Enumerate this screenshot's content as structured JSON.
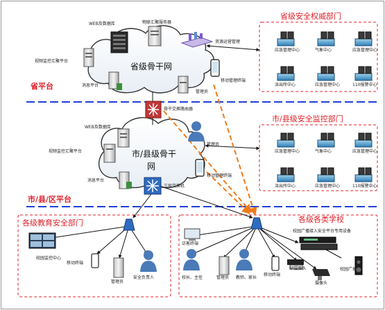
{
  "colors": {
    "red": "#e0202a",
    "blue": "#1a3fa8",
    "dash_blue": "#1f3fd6",
    "orange": "#f07a1a"
  },
  "provincial": {
    "cloud_title": "省级骨干网",
    "web_db": "WEB及数据库",
    "iot_server": "物联汇聚服务器",
    "resource_mgmt": "资源运营管理",
    "video_hub": "视频监控汇聚平台",
    "msg_platform": "消息平台",
    "admin": "管理员",
    "mobile": "移动管理终端"
  },
  "prov_dept": {
    "title": "省级安全权威部门",
    "items": [
      "应急管理中心",
      "气象中心",
      "应急管理中心",
      "派出所中心",
      "应急管理中心",
      "110报警中心"
    ]
  },
  "band_prov": "省平台",
  "router_label": "骨干交换路由器",
  "city": {
    "cloud_title_1": "市/县级骨干",
    "cloud_title_2": "网",
    "web_db": "WEB及数据库",
    "video_hub": "视频监控汇聚平台",
    "msg_platform": "消息平台",
    "admin": "管理员",
    "mobile": "移动管理终端",
    "switch": "三层交换机"
  },
  "city_dept": {
    "title": "市/县级安全监控部门",
    "items": [
      "应急管理中心",
      "气象中心",
      "应急管理中心",
      "派出所中心",
      "应急管理中心",
      "110报警中心"
    ]
  },
  "band_city": "市/县/区平台",
  "edu": {
    "title": "各级教育安全部门",
    "monitor_center": "校园监控中心",
    "mobile": "移动终端",
    "admin": "管理员",
    "safety_officer": "安全负责人"
  },
  "school": {
    "title": "各级各类学校",
    "device": "校园广播接入安全平台专用设备",
    "terminal": "访客终端",
    "principal": "校长、主任",
    "admin": "管理员",
    "teacher": "教师、家长",
    "mobile": "移动终端",
    "ip_cam": "IP摄像头",
    "speaker": "校园广播",
    "camera": "摄像头"
  }
}
